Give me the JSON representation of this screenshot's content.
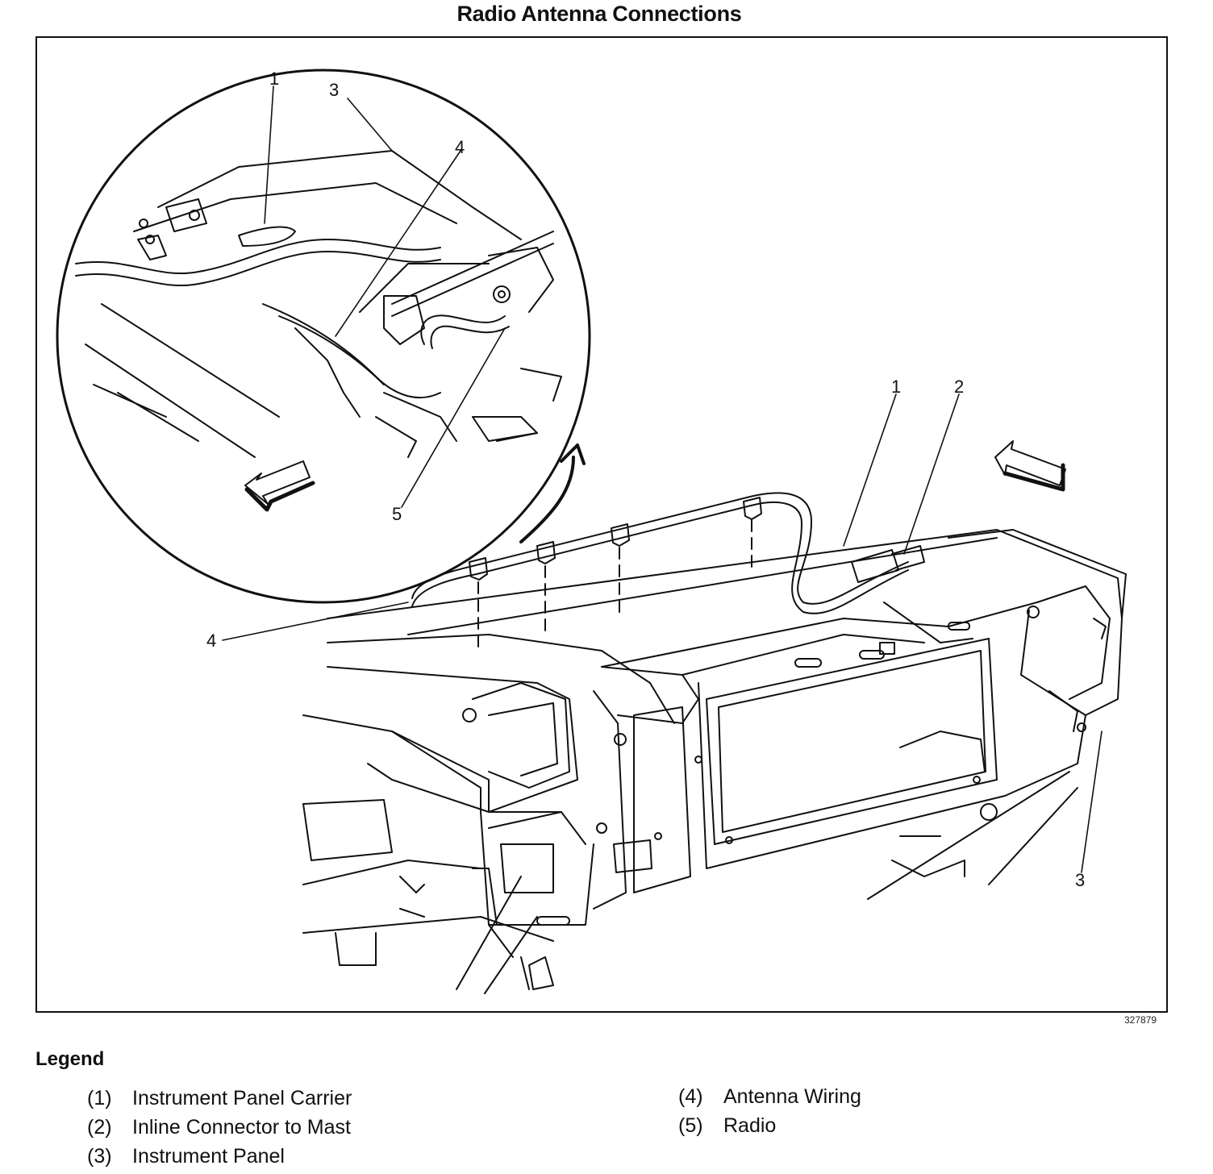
{
  "title": "Radio Antenna Connections",
  "figure_id": "327879",
  "callouts": {
    "inset": [
      "1",
      "3",
      "4",
      "5"
    ],
    "main": [
      "1",
      "2",
      "4",
      "3"
    ]
  },
  "legend": {
    "heading": "Legend",
    "items": [
      {
        "num": "(1)",
        "label": "Instrument Panel Carrier"
      },
      {
        "num": "(2)",
        "label": "Inline Connector to Mast"
      },
      {
        "num": "(3)",
        "label": "Instrument Panel"
      },
      {
        "num": "(4)",
        "label": "Antenna Wiring"
      },
      {
        "num": "(5)",
        "label": "Radio"
      }
    ]
  },
  "colors": {
    "line": "#111111",
    "background": "#ffffff"
  }
}
